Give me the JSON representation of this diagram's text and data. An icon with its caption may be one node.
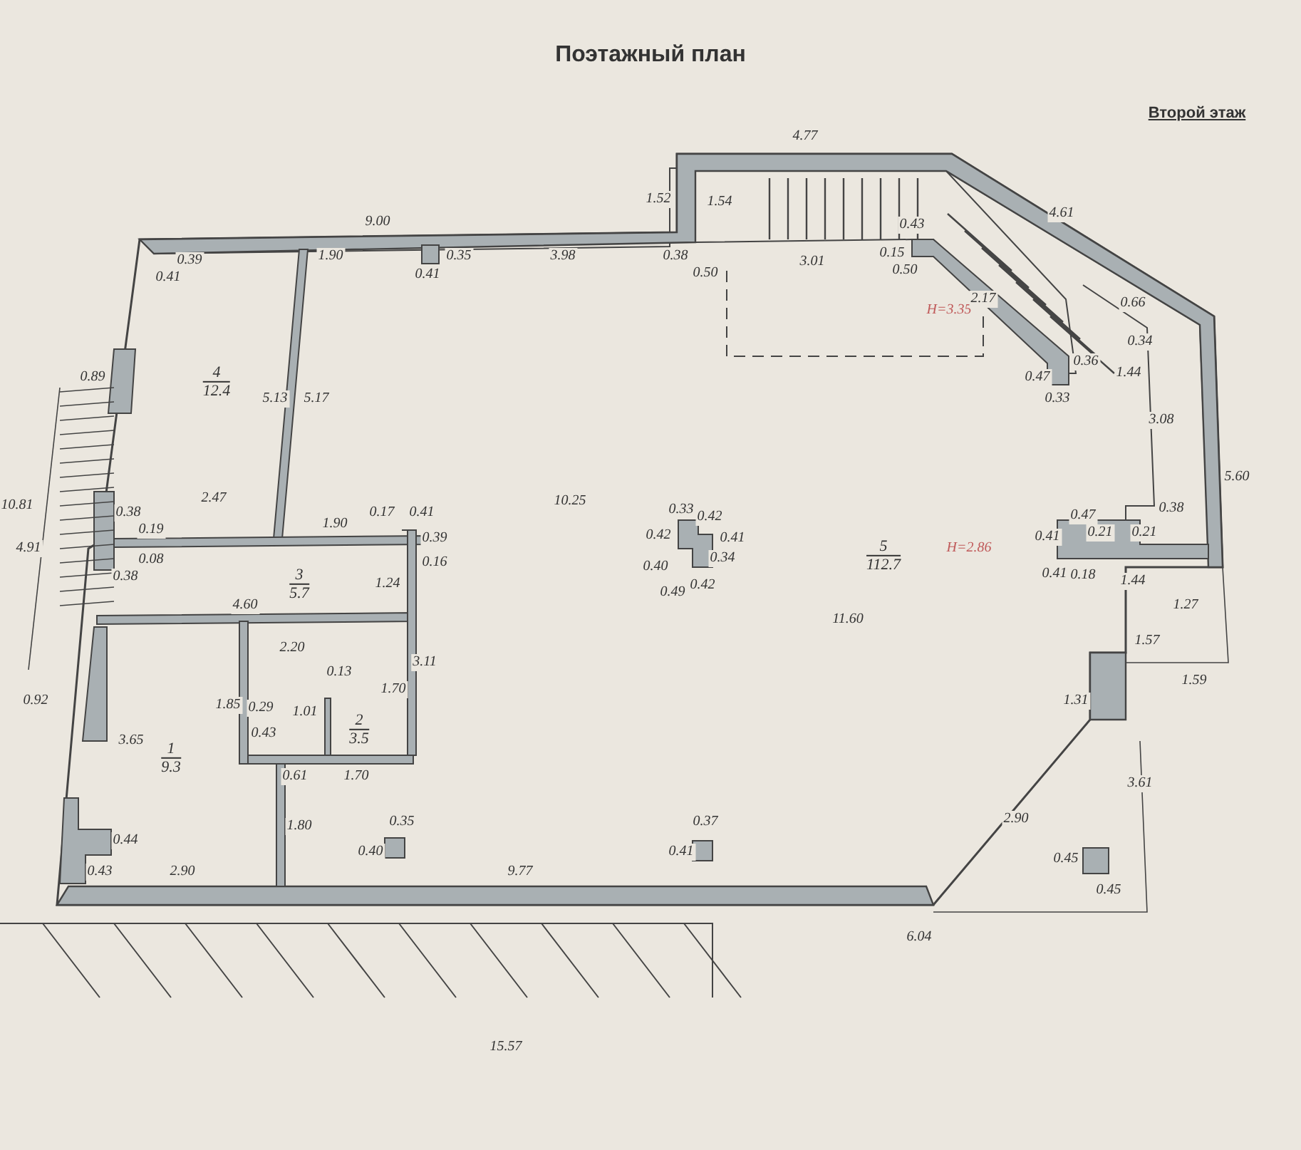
{
  "diagram": {
    "title": "Поэтажный план",
    "nodes": [
      {
        "text": [
          "4",
          "12.4"
        ]
      },
      {
        "text": [
          "5",
          "112.7"
        ]
      },
      {
        "text": [
          "3",
          "5.7"
        ]
      },
      {
        "text": [
          "2",
          "3.5"
        ]
      },
      {
        "text": [
          "1",
          "9.3"
        ]
      }
    ],
    "labels": [
      "Второй этаж",
      "4.77",
      "1.52",
      "9.00",
      "0.39",
      "0.41",
      "1.90",
      "0.41",
      "0.35",
      "3.98",
      "0.38",
      "0.50",
      "1.54",
      "3.01",
      "4.61",
      "0.43",
      "0.50",
      "0.15",
      "H=3.35",
      "2.17",
      "0.66",
      "0.34",
      "0.47",
      "0.36",
      "0.33",
      "1.44",
      "3.08",
      "5.60",
      "0.38",
      "0.47",
      "0.21",
      "0.21",
      "0.41",
      "0.41",
      "0.18",
      "1.44",
      "1.27",
      "1.57",
      "1.59",
      "1.31",
      "3.61",
      "2.90",
      "0.45",
      "0.45",
      "6.04",
      "15.57",
      "0.89",
      "10.81",
      "4.91",
      "0.92",
      "5.13",
      "5.17",
      "2.47",
      "1.90",
      "0.38",
      "0.19",
      "0.08",
      "0.38",
      "0.17",
      "0.41",
      "0.39",
      "0.16",
      "10.25",
      "0.33",
      "0.42",
      "0.42",
      "0.41",
      "0.40",
      "0.34",
      "0.42",
      "0.49",
      "11.60",
      "H=2.86",
      "4.60",
      "1.24",
      "2.20",
      "3.11",
      "0.13",
      "1.85",
      "0.29",
      "1.70",
      "1.01",
      "0.43",
      "3.65",
      "0.61",
      "1.70",
      "1.80",
      "0.35",
      "0.40",
      "0.37",
      "0.41",
      "0.44",
      "0.43",
      "2.90",
      "9.77"
    ]
  }
}
